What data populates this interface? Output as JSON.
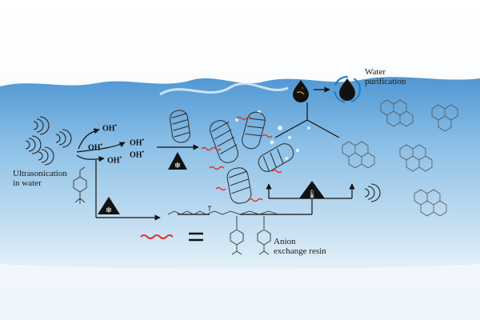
{
  "labels": {
    "ultrasonication_line1": "Ultrasonication",
    "ultrasonication_line2": "in water",
    "water_purification_line1": "Water",
    "water_purification_line2": "purification",
    "anion_line1": "Anion",
    "anion_line2": "exchange resin",
    "hydroxyl_radical": "OH",
    "radical_dot": "•"
  },
  "colors": {
    "water_top": "#5aa0d8",
    "water_bottom": "#d9ecf7",
    "arrow": "#111111",
    "polymer_chain": "#e03030",
    "nanotube": "#2a2a2a"
  },
  "icons": [
    "ultrasound-waves-icon",
    "cold-triangle-icon",
    "heat-triangle-icon",
    "contaminated-drop-icon",
    "clean-drop-icon"
  ]
}
